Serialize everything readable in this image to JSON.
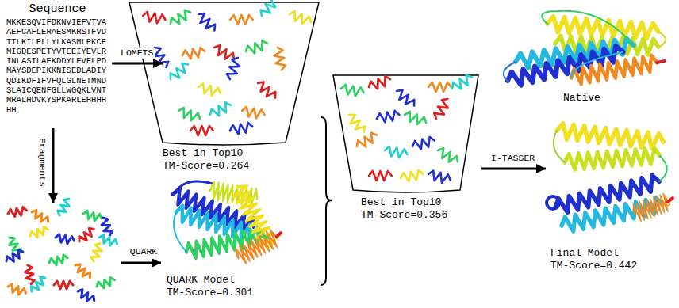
{
  "diagram": {
    "nodes": [
      {
        "text": [
          "Sequence",
          "MKKESQVIFDKNVIEFVTVA AEFCAFLERAESMKRSTFVD TTLKILPLLYLKASMLPKCE MIGDESPETYVTEEIYEVLR INLASILAEKDDYLEVFLPD MAYSDEPIKKNISEDLADIY QDIKDFIFVFQLGLNETMND SLAICQENFGLLWGQKLVNT MRALHDVKYSPKARLEHHHH HH"
        ]
      },
      {
        "text": [
          "Best in Top10",
          "TM-Score=0.264"
        ]
      },
      {
        "text": [
          "QUARK Model",
          "TM-Score=0.301"
        ]
      },
      {
        "text": [
          "Best in Top10",
          "TM-Score=0.356"
        ]
      },
      {
        "text": [
          "Native"
        ]
      },
      {
        "text": [
          "Final Model",
          "TM-Score=0.442"
        ]
      }
    ],
    "edges": [
      {
        "from": 0,
        "to": 1,
        "arrow": "to",
        "label": "LOMETS"
      },
      {
        "from": 1,
        "to": 3,
        "arrow": "none"
      },
      {
        "from": 2,
        "to": 3,
        "arrow": "none"
      },
      {
        "from": 3,
        "to": 5,
        "arrow": "to",
        "label": "I-TASSER"
      }
    ],
    "labels": [
      "Fragments",
      "QUARK"
    ]
  }
}
